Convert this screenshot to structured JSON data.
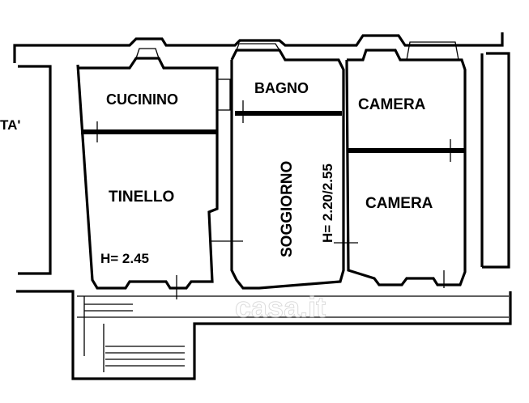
{
  "plan": {
    "rooms": {
      "cucinino": "CUCININO",
      "tinello": "TINELLO",
      "bagno": "BAGNO",
      "soggiorno": "SOGGIORNO",
      "camera_top": "CAMERA",
      "camera_bottom": "CAMERA"
    },
    "heights": {
      "tinello": "H= 2.45",
      "soggiorno": "H= 2.20/2.55"
    },
    "edge_label": "TA'",
    "watermark": "casa.it",
    "colors": {
      "line": "#000000",
      "background": "#ffffff"
    }
  }
}
